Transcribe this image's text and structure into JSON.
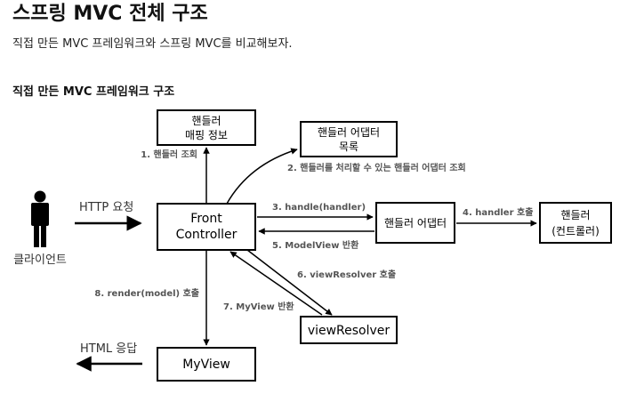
{
  "page": {
    "title": "스프링 MVC 전체 구조",
    "description": "직접 만든 MVC 프레임워크와 스프링 MVC를 비교해보자.",
    "section_title": "직접 만든 MVC 프레임워크 구조"
  },
  "diagram": {
    "nodes": {
      "handler_mapping": {
        "line1": "핸들러",
        "line2": "매핑 정보"
      },
      "adapter_list": {
        "line1": "핸들러 어댑터",
        "line2": "목록"
      },
      "front_controller": {
        "line1": "Front",
        "line2": "Controller"
      },
      "handler_adapter": {
        "label": "핸들러 어댑터"
      },
      "handler": {
        "line1": "핸들러",
        "line2": "(컨트롤러)"
      },
      "view_resolver": {
        "label": "viewResolver"
      },
      "my_view": {
        "label": "MyView"
      },
      "client": {
        "label": "클라이언트"
      }
    },
    "edges": {
      "step1": "1. 핸들러 조회",
      "step2": "2. 핸들러를 처리할 수 있는 핸들러 어댑터 조회",
      "step3": "3. handle(handler)",
      "step4": "4. handler 호출",
      "step5": "5. ModelView 반환",
      "step6": "6. viewResolver 호출",
      "step7": "7. MyView 반환",
      "step8": "8. render(model) 호출",
      "http_request": "HTTP 요청",
      "http_response": "HTML 응답"
    }
  },
  "colors": {
    "stroke": "#000000",
    "label_gray": "#555555"
  }
}
